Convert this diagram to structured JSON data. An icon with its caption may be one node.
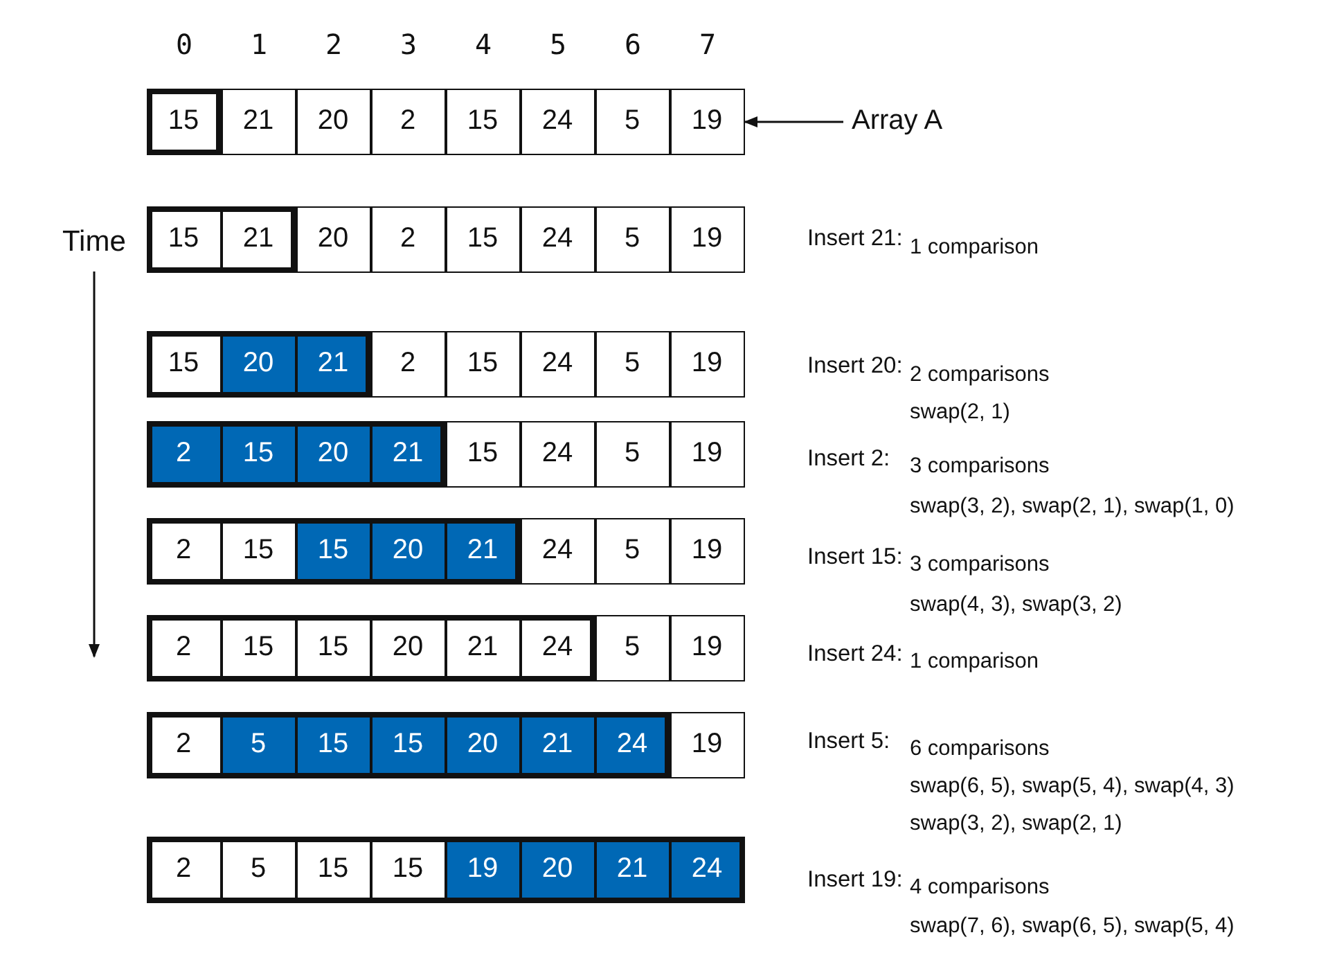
{
  "diagram": {
    "nodes": [
      {
        "text": [],
        "shape": "box"
      },
      {
        "text": [
          "15"
        ],
        "in": 0
      },
      {
        "text": [
          "21"
        ],
        "in": 0
      },
      {
        "text": [
          "20"
        ],
        "in": 0
      },
      {
        "text": [
          "2"
        ],
        "in": 0
      },
      {
        "text": [
          "15"
        ],
        "in": 0
      },
      {
        "text": [
          "24"
        ],
        "in": 0
      },
      {
        "text": [
          "5"
        ],
        "in": 0
      },
      {
        "text": [
          "19"
        ],
        "in": 0
      },
      {
        "text": [
          "Array A"
        ]
      },
      {
        "text": [],
        "shape": "box"
      },
      {
        "text": [
          "15"
        ],
        "in": 10
      },
      {
        "text": [
          "21"
        ],
        "in": 10
      },
      {
        "text": [
          "20"
        ],
        "in": 10
      },
      {
        "text": [
          "2"
        ],
        "in": 10
      },
      {
        "text": [
          "15"
        ],
        "in": 10
      },
      {
        "text": [
          "24"
        ],
        "in": 10
      },
      {
        "text": [
          "5"
        ],
        "in": 10
      },
      {
        "text": [
          "19"
        ],
        "in": 10
      },
      {
        "text": [],
        "shape": "box"
      },
      {
        "text": [
          "15"
        ],
        "in": 19
      },
      {
        "text": [
          "20"
        ],
        "in": 19
      },
      {
        "text": [
          "21"
        ],
        "in": 19
      },
      {
        "text": [
          "2"
        ],
        "in": 19
      },
      {
        "text": [
          "15"
        ],
        "in": 19
      },
      {
        "text": [
          "24"
        ],
        "in": 19
      },
      {
        "text": [
          "5"
        ],
        "in": 19
      },
      {
        "text": [
          "19"
        ],
        "in": 19
      },
      {
        "text": [],
        "shape": "box"
      },
      {
        "text": [
          "2"
        ],
        "in": 28
      },
      {
        "text": [
          "15"
        ],
        "in": 28
      },
      {
        "text": [
          "20"
        ],
        "in": 28
      },
      {
        "text": [
          "21"
        ],
        "in": 28
      },
      {
        "text": [
          "15"
        ],
        "in": 28
      },
      {
        "text": [
          "24"
        ],
        "in": 28
      },
      {
        "text": [
          "5"
        ],
        "in": 28
      },
      {
        "text": [
          "19"
        ],
        "in": 28
      },
      {
        "text": [],
        "shape": "box"
      },
      {
        "text": [
          "2"
        ],
        "in": 37
      },
      {
        "text": [
          "15"
        ],
        "in": 37
      },
      {
        "text": [
          "15"
        ],
        "in": 37
      },
      {
        "text": [
          "20"
        ],
        "in": 37
      },
      {
        "text": [
          "21"
        ],
        "in": 37
      },
      {
        "text": [
          "24"
        ],
        "in": 37
      },
      {
        "text": [
          "5"
        ],
        "in": 37
      },
      {
        "text": [
          "19"
        ],
        "in": 37
      },
      {
        "text": [],
        "shape": "box"
      },
      {
        "text": [
          "2"
        ],
        "in": 46
      },
      {
        "text": [
          "15"
        ],
        "in": 46
      },
      {
        "text": [
          "15"
        ],
        "in": 46
      },
      {
        "text": [
          "20"
        ],
        "in": 46
      },
      {
        "text": [
          "21"
        ],
        "in": 46
      },
      {
        "text": [
          "24"
        ],
        "in": 46
      },
      {
        "text": [
          "5"
        ],
        "in": 46
      },
      {
        "text": [
          "19"
        ],
        "in": 46
      },
      {
        "text": [],
        "shape": "box"
      },
      {
        "text": [
          "2"
        ],
        "in": 55
      },
      {
        "text": [
          "5"
        ],
        "in": 55
      },
      {
        "text": [
          "15"
        ],
        "in": 55
      },
      {
        "text": [
          "15"
        ],
        "in": 55
      },
      {
        "text": [
          "20"
        ],
        "in": 55
      },
      {
        "text": [
          "21"
        ],
        "in": 55
      },
      {
        "text": [
          "24"
        ],
        "in": 55
      },
      {
        "text": [
          "19"
        ],
        "in": 55
      },
      {
        "text": [],
        "shape": "box"
      },
      {
        "text": [
          "2"
        ],
        "in": 64
      },
      {
        "text": [
          "5"
        ],
        "in": 64
      },
      {
        "text": [
          "15"
        ],
        "in": 64
      },
      {
        "text": [
          "15"
        ],
        "in": 64
      },
      {
        "text": [
          "19"
        ],
        "in": 64
      },
      {
        "text": [
          "20"
        ],
        "in": 64
      },
      {
        "text": [
          "21"
        ],
        "in": 64
      },
      {
        "text": [
          "24"
        ],
        "in": 64
      }
    ],
    "edges": [
      {
        "from": 9,
        "to": 0,
        "arrow": "to"
      }
    ],
    "labels": [
      "0",
      "1",
      "2",
      "3",
      "4",
      "5",
      "6",
      "7",
      "Time",
      "Insert 21:",
      "1 comparison",
      "Insert 20:",
      "2 comparisons",
      "swap(2, 1)",
      "Insert 2:",
      "3 comparisons",
      "swap(3, 2), swap(2, 1), swap(1, 0)",
      "Insert 15:",
      "3 comparisons",
      "swap(4, 3), swap(3, 2)",
      "Insert 24:",
      "1 comparison",
      "Insert 5:",
      "6 comparisons",
      "swap(6, 5), swap(5, 4), swap(4, 3) swap(3, 2), swap(2, 1)",
      "Insert 19:",
      "4 comparisons",
      "swap(7, 6), swap(6, 5), swap(5, 4)"
    ]
  }
}
